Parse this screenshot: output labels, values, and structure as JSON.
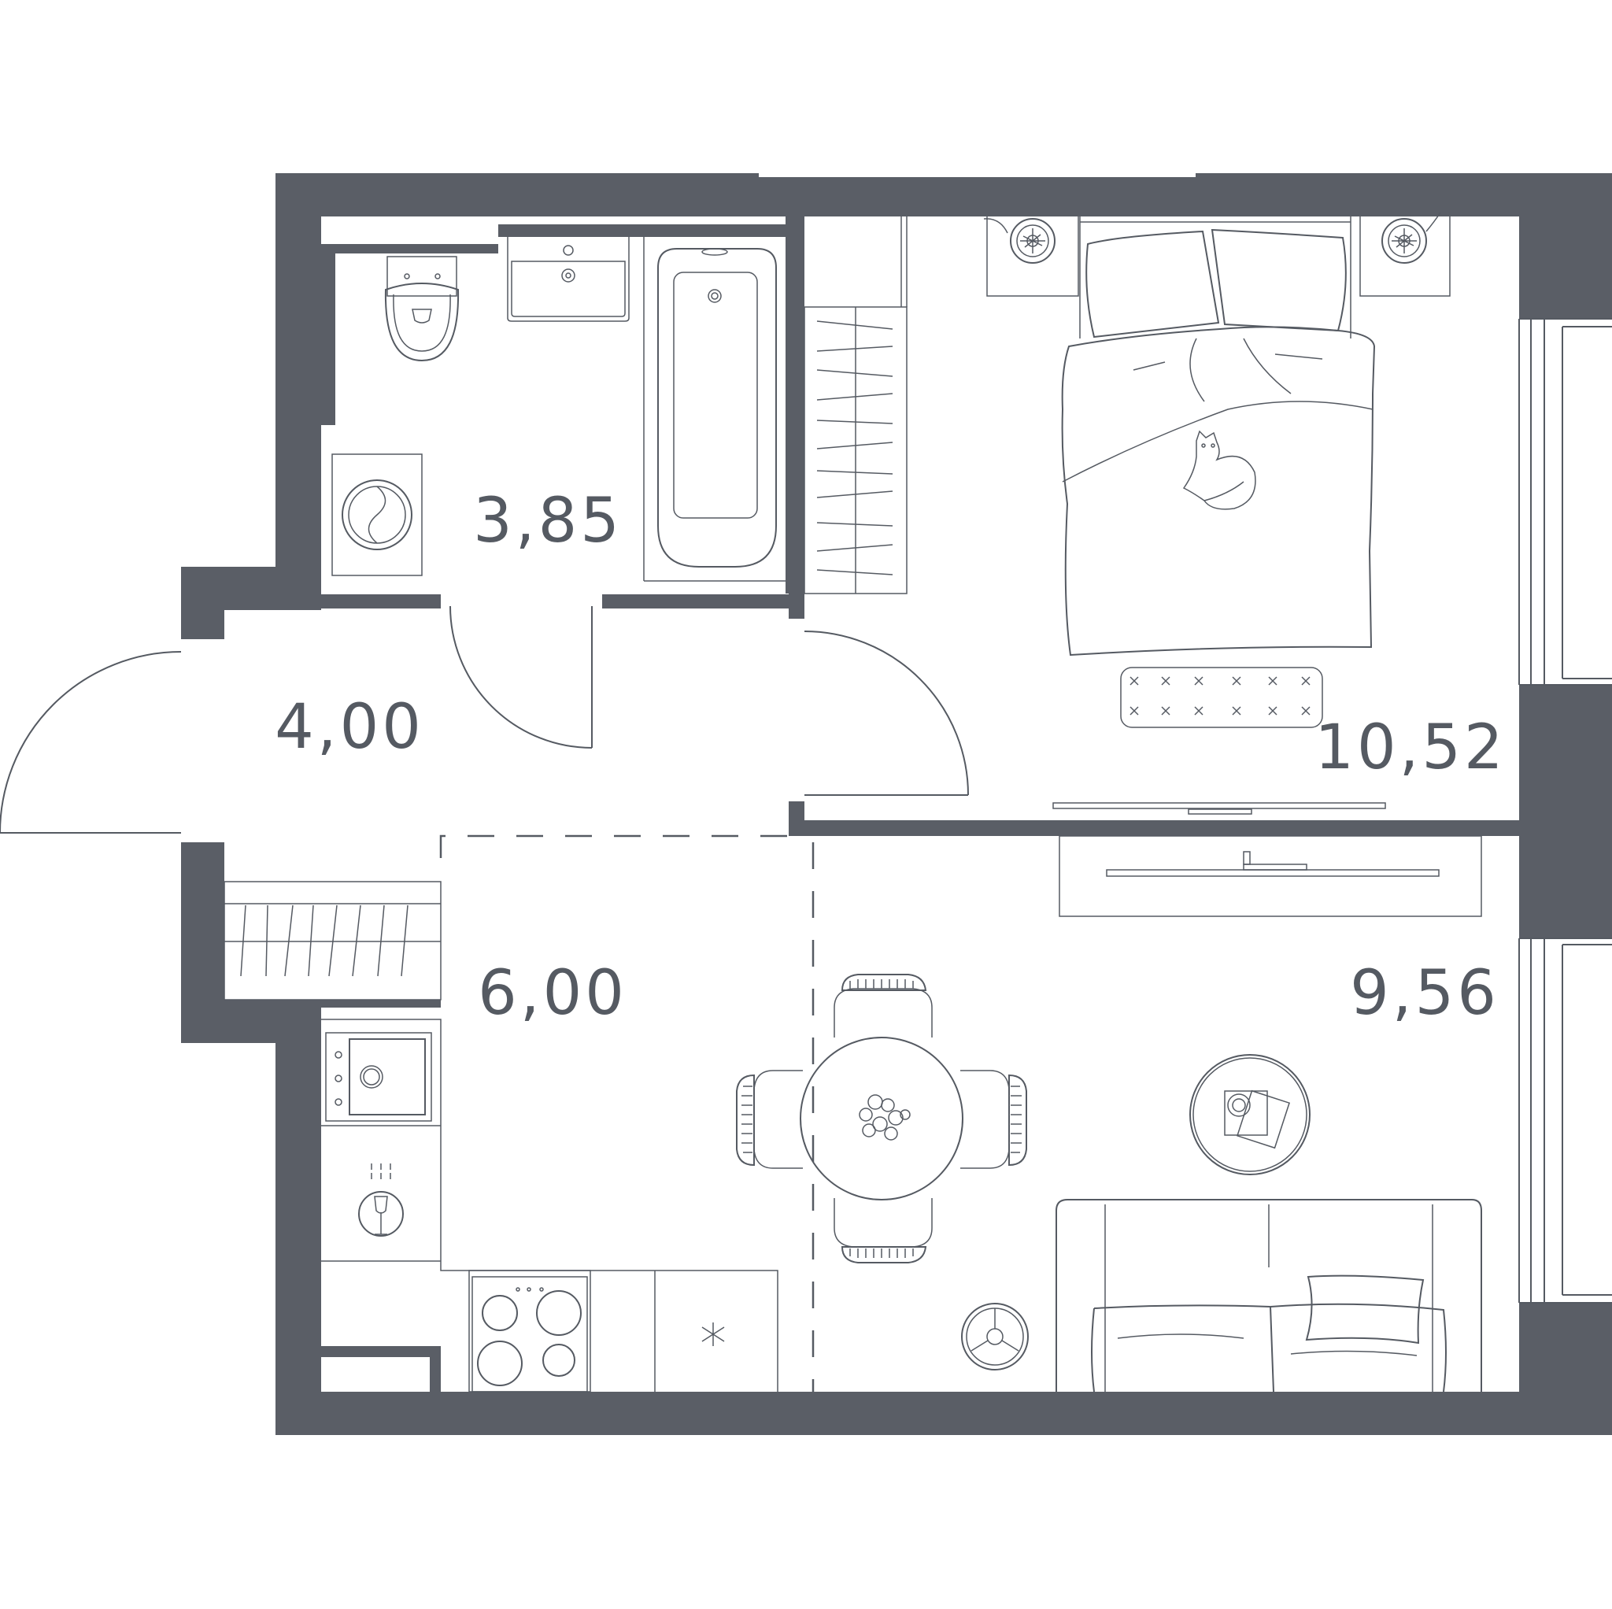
{
  "plan": {
    "rooms": [
      {
        "id": "bathroom",
        "area": "3,85"
      },
      {
        "id": "hallway",
        "area": "4,00"
      },
      {
        "id": "kitchen",
        "area": "6,00"
      },
      {
        "id": "bedroom",
        "area": "10,52"
      },
      {
        "id": "living-room",
        "area": "9,56"
      }
    ],
    "colors": {
      "wall": "#5a5e66",
      "line": "#555a62",
      "background": "#ffffff"
    }
  }
}
